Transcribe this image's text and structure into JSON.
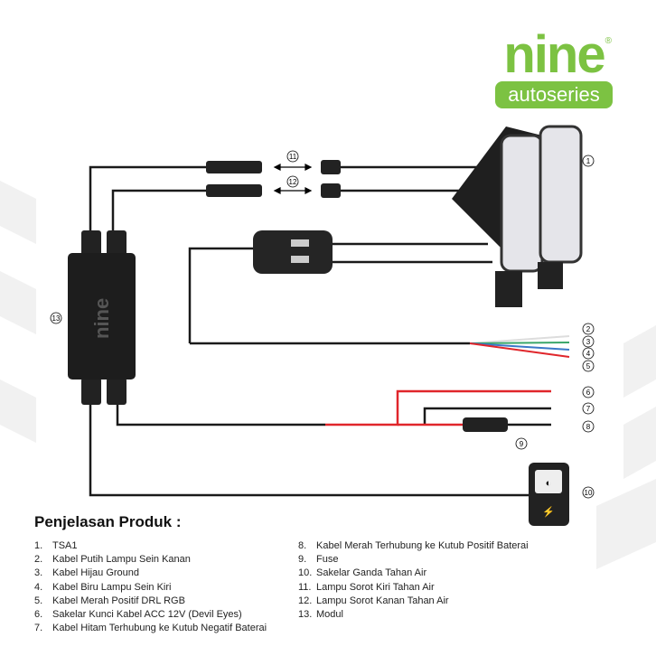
{
  "logo": {
    "brand": "nine",
    "registered": "®",
    "sub": "autoseries"
  },
  "module_label": "nine",
  "callouts": [
    "1",
    "2",
    "3",
    "4",
    "5",
    "6",
    "7",
    "8",
    "9",
    "10",
    "11",
    "12",
    "13"
  ],
  "legend": {
    "title": "Penjelasan Produk :",
    "items": [
      {
        "n": "1.",
        "text": "TSA1"
      },
      {
        "n": "2.",
        "text": "Kabel Putih Lampu Sein Kanan"
      },
      {
        "n": "3.",
        "text": "Kabel Hijau Ground"
      },
      {
        "n": "4.",
        "text": "Kabel Biru Lampu Sein Kiri"
      },
      {
        "n": "5.",
        "text": "Kabel Merah Positif DRL RGB"
      },
      {
        "n": "6.",
        "text": "Sakelar Kunci Kabel ACC 12V (Devil Eyes)"
      },
      {
        "n": "7.",
        "text": "Kabel Hitam Terhubung ke Kutub Negatif Baterai"
      },
      {
        "n": "8.",
        "text": "Kabel Merah Terhubung ke Kutub Positif Baterai"
      },
      {
        "n": "9.",
        "text": "Fuse"
      },
      {
        "n": "10.",
        "text": "Sakelar Ganda Tahan Air"
      },
      {
        "n": "11.",
        "text": "Lampu Sorot Kiri Tahan Air"
      },
      {
        "n": "12.",
        "text": "Lampu Sorot Kanan Tahan Air"
      },
      {
        "n": "13.",
        "text": "Modul"
      }
    ]
  },
  "colors": {
    "brand": "#7cc242",
    "wire": "#1a1a1a",
    "red": "#e0262b",
    "blue": "#3a78c8",
    "green": "#3aa66a"
  }
}
